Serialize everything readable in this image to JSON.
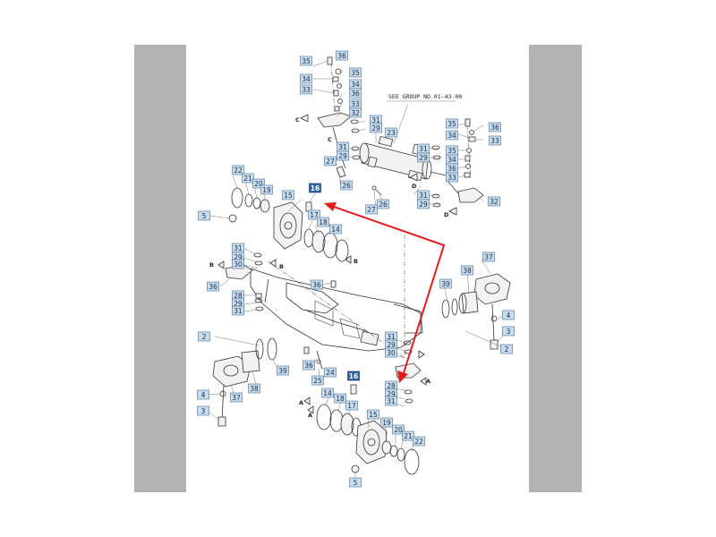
{
  "sheet": {
    "note": "SEE GROUP NO.01-43-00",
    "colors": {
      "margin": "#b3b3b3",
      "tag_fill": "#c7dcef",
      "tag_highlight": "#2e63a6",
      "arrow": "#e11d1d"
    }
  },
  "view_marks": [
    "C",
    "C",
    "D",
    "D",
    "B",
    "B",
    "B",
    "A",
    "A",
    "A"
  ],
  "callouts": [
    "35",
    "36",
    "35",
    "34",
    "34",
    "33",
    "36",
    "33",
    "32",
    "31",
    "29",
    "23",
    "35",
    "36",
    "34",
    "33",
    "31",
    "29",
    "31",
    "29",
    "27",
    "26",
    "35",
    "34",
    "36",
    "33",
    "31",
    "29",
    "26",
    "27",
    "32",
    "22",
    "21",
    "20",
    "19",
    "16",
    "15",
    "5",
    "17",
    "18",
    "14",
    "31",
    "29",
    "30",
    "36",
    "28",
    "29",
    "31",
    "36",
    "38",
    "37",
    "39",
    "4",
    "3",
    "2",
    "2",
    "39",
    "31",
    "29",
    "30",
    "36",
    "24",
    "25",
    "28",
    "29",
    "31",
    "16",
    "14",
    "18",
    "17",
    "15",
    "19",
    "20",
    "21",
    "22",
    "5",
    "37",
    "38",
    "4",
    "3"
  ],
  "highlighted": [
    "16",
    "16"
  ],
  "arrows": {
    "description": "Two red arrows point to the two occurrences of part 16"
  }
}
